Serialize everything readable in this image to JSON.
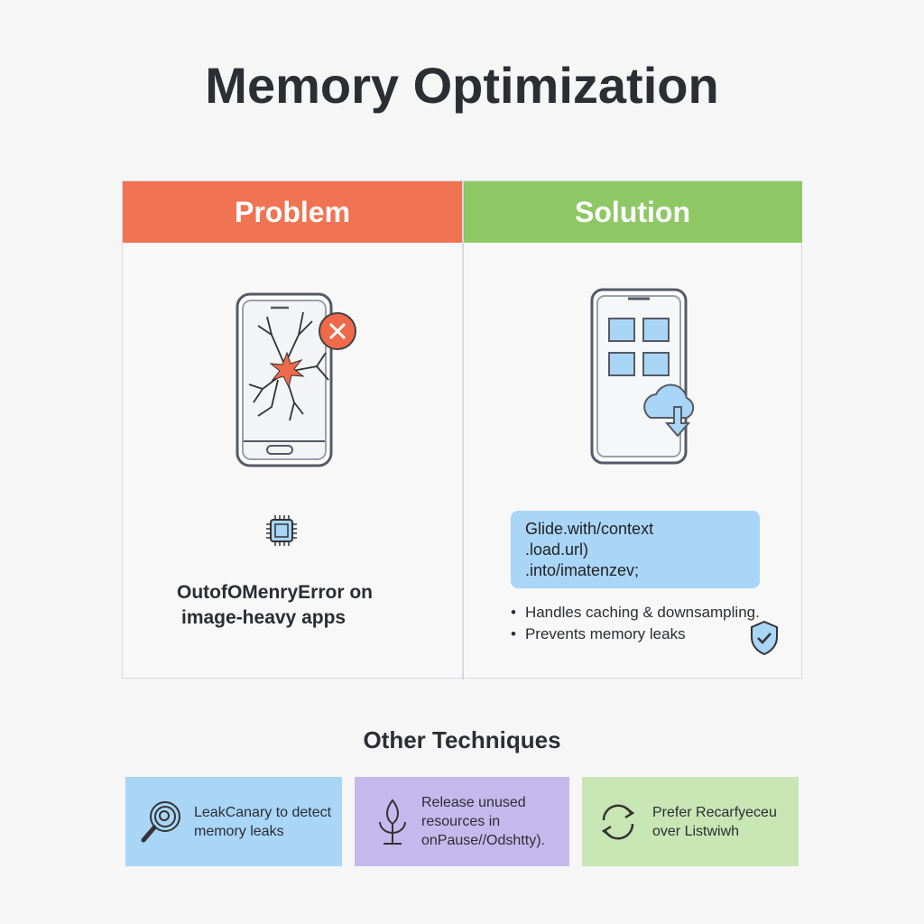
{
  "title": "Memory Optimization",
  "problem": {
    "header": "Problem",
    "header_color": "#f07352",
    "text_line1": "OutofOMenryError on",
    "text_line2": "image-heavy apps"
  },
  "solution": {
    "header": "Solution",
    "header_color": "#8dc865",
    "code": [
      "Glide.with/context",
      ".load.url)",
      ".into/imatenzev;"
    ],
    "bullets": [
      "Handles caching & downsampling.",
      "Prevents memory leaks"
    ]
  },
  "other": {
    "title": "Other Techniques",
    "cards": [
      {
        "lines": [
          "LeakCanary to detect",
          "memory leaks"
        ],
        "color": "#a9d5f7",
        "icon": "magnifier-icon"
      },
      {
        "lines": [
          "Release unused",
          "resources in",
          "onPause//Odshtty)."
        ],
        "color": "#c4b9ec",
        "icon": "sprout-icon"
      },
      {
        "lines": [
          "Prefer Recarfyeceu",
          "over Listwiwh"
        ],
        "color": "#c8e6b4",
        "icon": "refresh-icon"
      }
    ]
  }
}
